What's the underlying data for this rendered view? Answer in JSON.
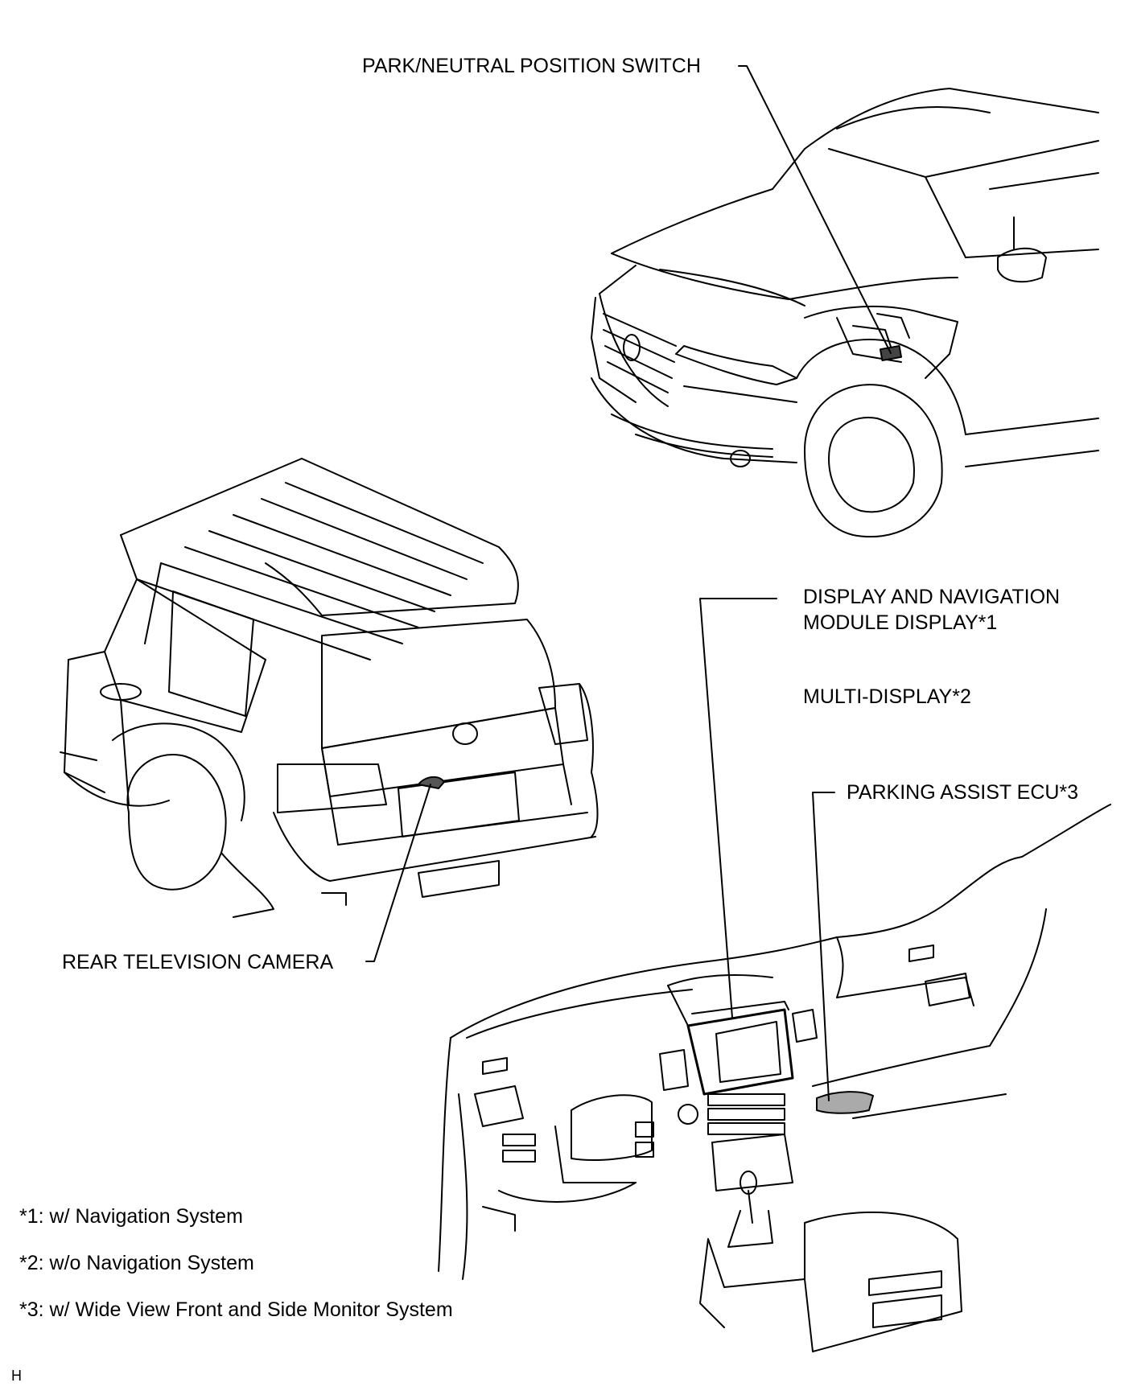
{
  "labels": {
    "park_neutral": "PARK/NEUTRAL POSITION SWITCH",
    "display_nav_1": "DISPLAY AND NAVIGATION",
    "display_nav_2": "MODULE DISPLAY*1",
    "multi_display": "MULTI-DISPLAY*2",
    "parking_assist": "PARKING ASSIST ECU*3",
    "rear_camera": "REAR TELEVISION CAMERA"
  },
  "notes": [
    "*1: w/ Navigation System",
    "*2: w/o Navigation System",
    "*3: w/ Wide View Front and Side Monitor System"
  ],
  "figure_id": "H"
}
